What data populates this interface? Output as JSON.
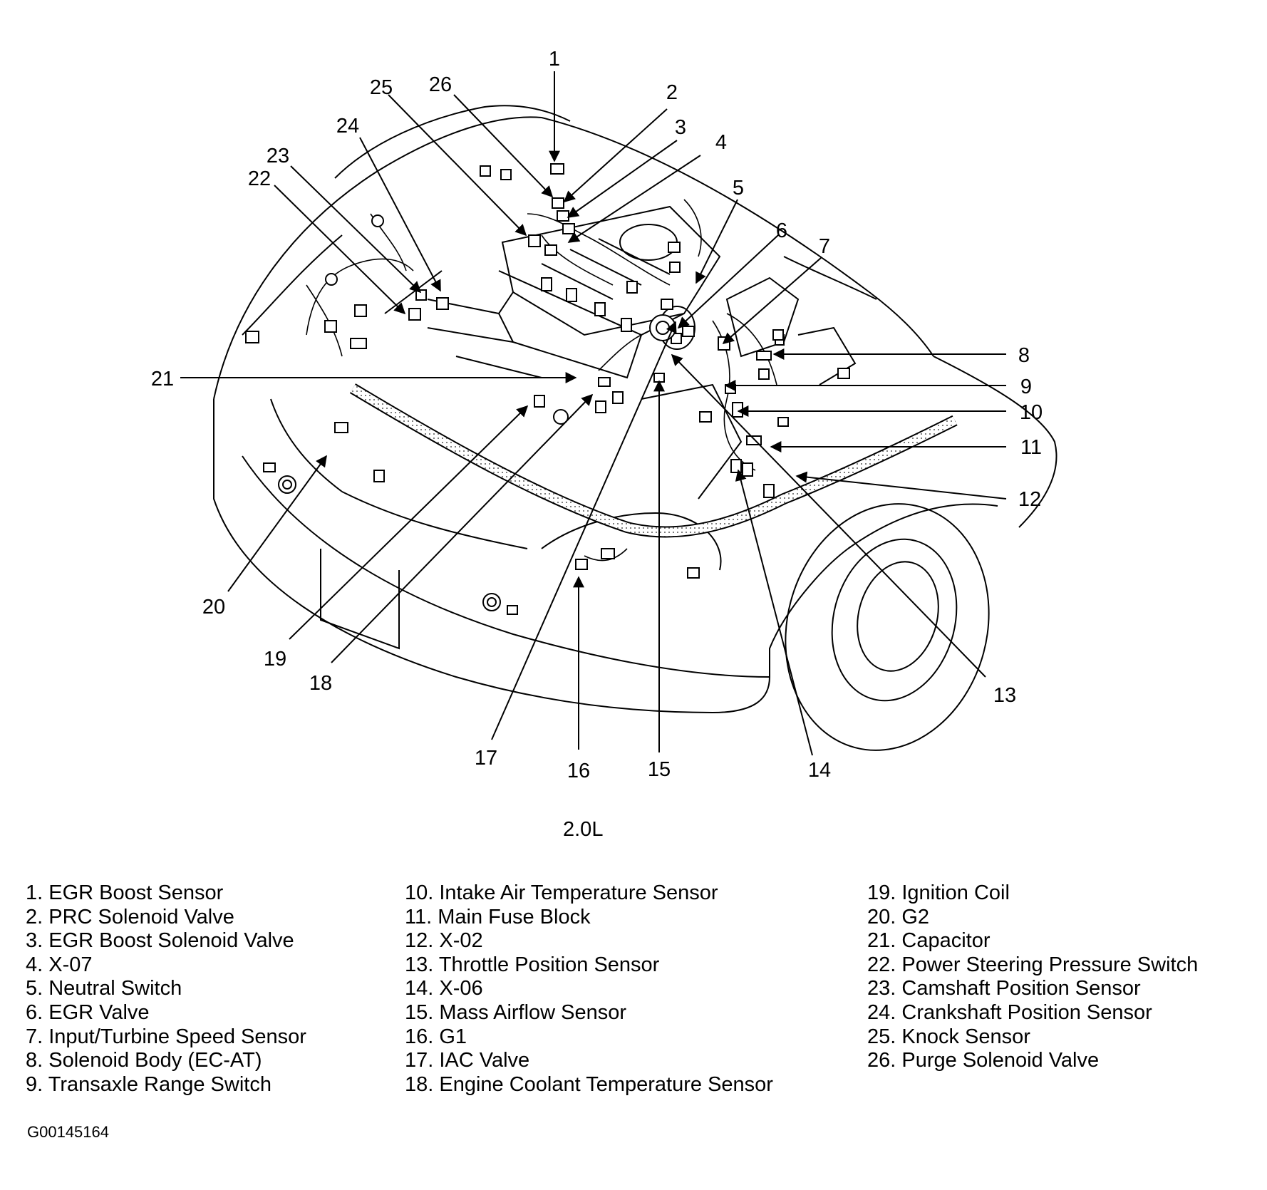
{
  "engine_label": "2.0L",
  "figure_id": "G00145164",
  "callouts": [
    "1",
    "2",
    "3",
    "4",
    "5",
    "6",
    "7",
    "8",
    "9",
    "10",
    "11",
    "12",
    "13",
    "14",
    "15",
    "16",
    "17",
    "18",
    "19",
    "20",
    "21",
    "22",
    "23",
    "24",
    "25",
    "26"
  ],
  "legend": {
    "col1": [
      "1. EGR Boost Sensor",
      "2. PRC Solenoid Valve",
      "3. EGR Boost Solenoid Valve",
      "4. X-07",
      "5. Neutral Switch",
      "6. EGR Valve",
      "7. Input/Turbine Speed Sensor",
      "8. Solenoid Body (EC-AT)",
      "9. Transaxle Range Switch"
    ],
    "col2": [
      "10. Intake Air Temperature Sensor",
      "11. Main Fuse Block",
      "12. X-02",
      "13. Throttle Position Sensor",
      "14. X-06",
      "15. Mass Airflow Sensor",
      "16. G1",
      "17. IAC Valve",
      "18. Engine Coolant Temperature Sensor"
    ],
    "col3": [
      "19. Ignition Coil",
      "20. G2",
      "21. Capacitor",
      "22. Power Steering Pressure Switch",
      "23. Camshaft Position Sensor",
      "24. Crankshaft Position Sensor",
      "25. Knock Sensor",
      "26. Purge Solenoid Valve"
    ]
  }
}
